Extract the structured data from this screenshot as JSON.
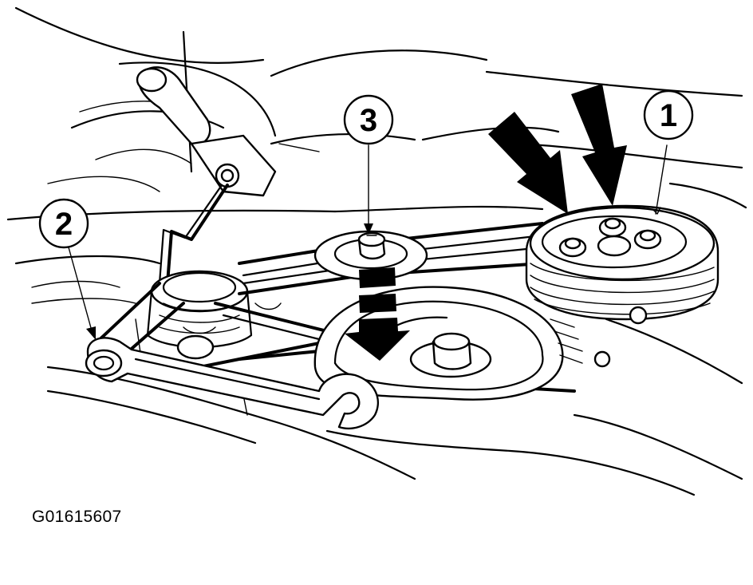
{
  "figure": {
    "id_label": "G01615607",
    "background": "#ffffff",
    "ink": "#000000"
  },
  "callouts": [
    {
      "label": "1",
      "target": "pulley-mounting-bolts"
    },
    {
      "label": "2",
      "target": "tensioner-bolt-with-wrench"
    },
    {
      "label": "3",
      "target": "idler-pulley-bolt"
    }
  ],
  "arrows": {
    "solid_arrow_count": 2,
    "dashed_arrow_count": 1,
    "icons": [
      "down-arrow-icon",
      "dashed-down-arrow-icon",
      "wrench-icon",
      "pulley-icon",
      "bolt-icon"
    ]
  }
}
